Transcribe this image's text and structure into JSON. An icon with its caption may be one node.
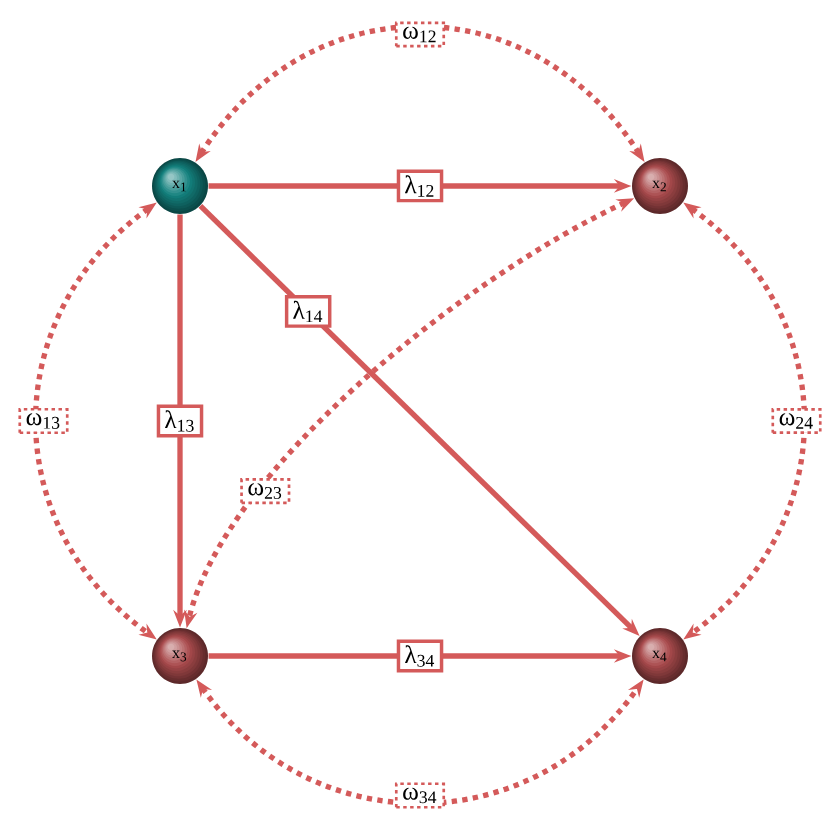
{
  "diagram": {
    "nodes": [
      {
        "text": [
          "x$_{1}$"
        ]
      },
      {
        "text": [
          "x$_{2}$"
        ]
      },
      {
        "text": [
          "x$_{3}$"
        ]
      },
      {
        "text": [
          "x$_{4}$"
        ]
      }
    ],
    "edges": [
      {
        "from": 0,
        "to": 1,
        "arrow": "to",
        "label": "λ$_{12}$"
      },
      {
        "from": 0,
        "to": 2,
        "arrow": "to",
        "label": "λ$_{13}$"
      },
      {
        "from": 0,
        "to": 3,
        "arrow": "to",
        "label": "λ$_{14}$"
      },
      {
        "from": 2,
        "to": 3,
        "arrow": "to",
        "label": "λ$_{34}$"
      },
      {
        "from": 0,
        "to": 1,
        "arrow": "both",
        "label": "ω$_{12}$",
        "style": "dashed"
      },
      {
        "from": 0,
        "to": 2,
        "arrow": "both",
        "label": "ω$_{13}$",
        "style": "dashed"
      },
      {
        "from": 1,
        "to": 2,
        "arrow": "both",
        "label": "ω$_{23}$",
        "style": "dashed"
      },
      {
        "from": 1,
        "to": 3,
        "arrow": "both",
        "label": "ω$_{24}$",
        "style": "dashed"
      },
      {
        "from": 2,
        "to": 3,
        "arrow": "both",
        "label": "ω$_{34}$",
        "style": "dashed"
      }
    ]
  }
}
